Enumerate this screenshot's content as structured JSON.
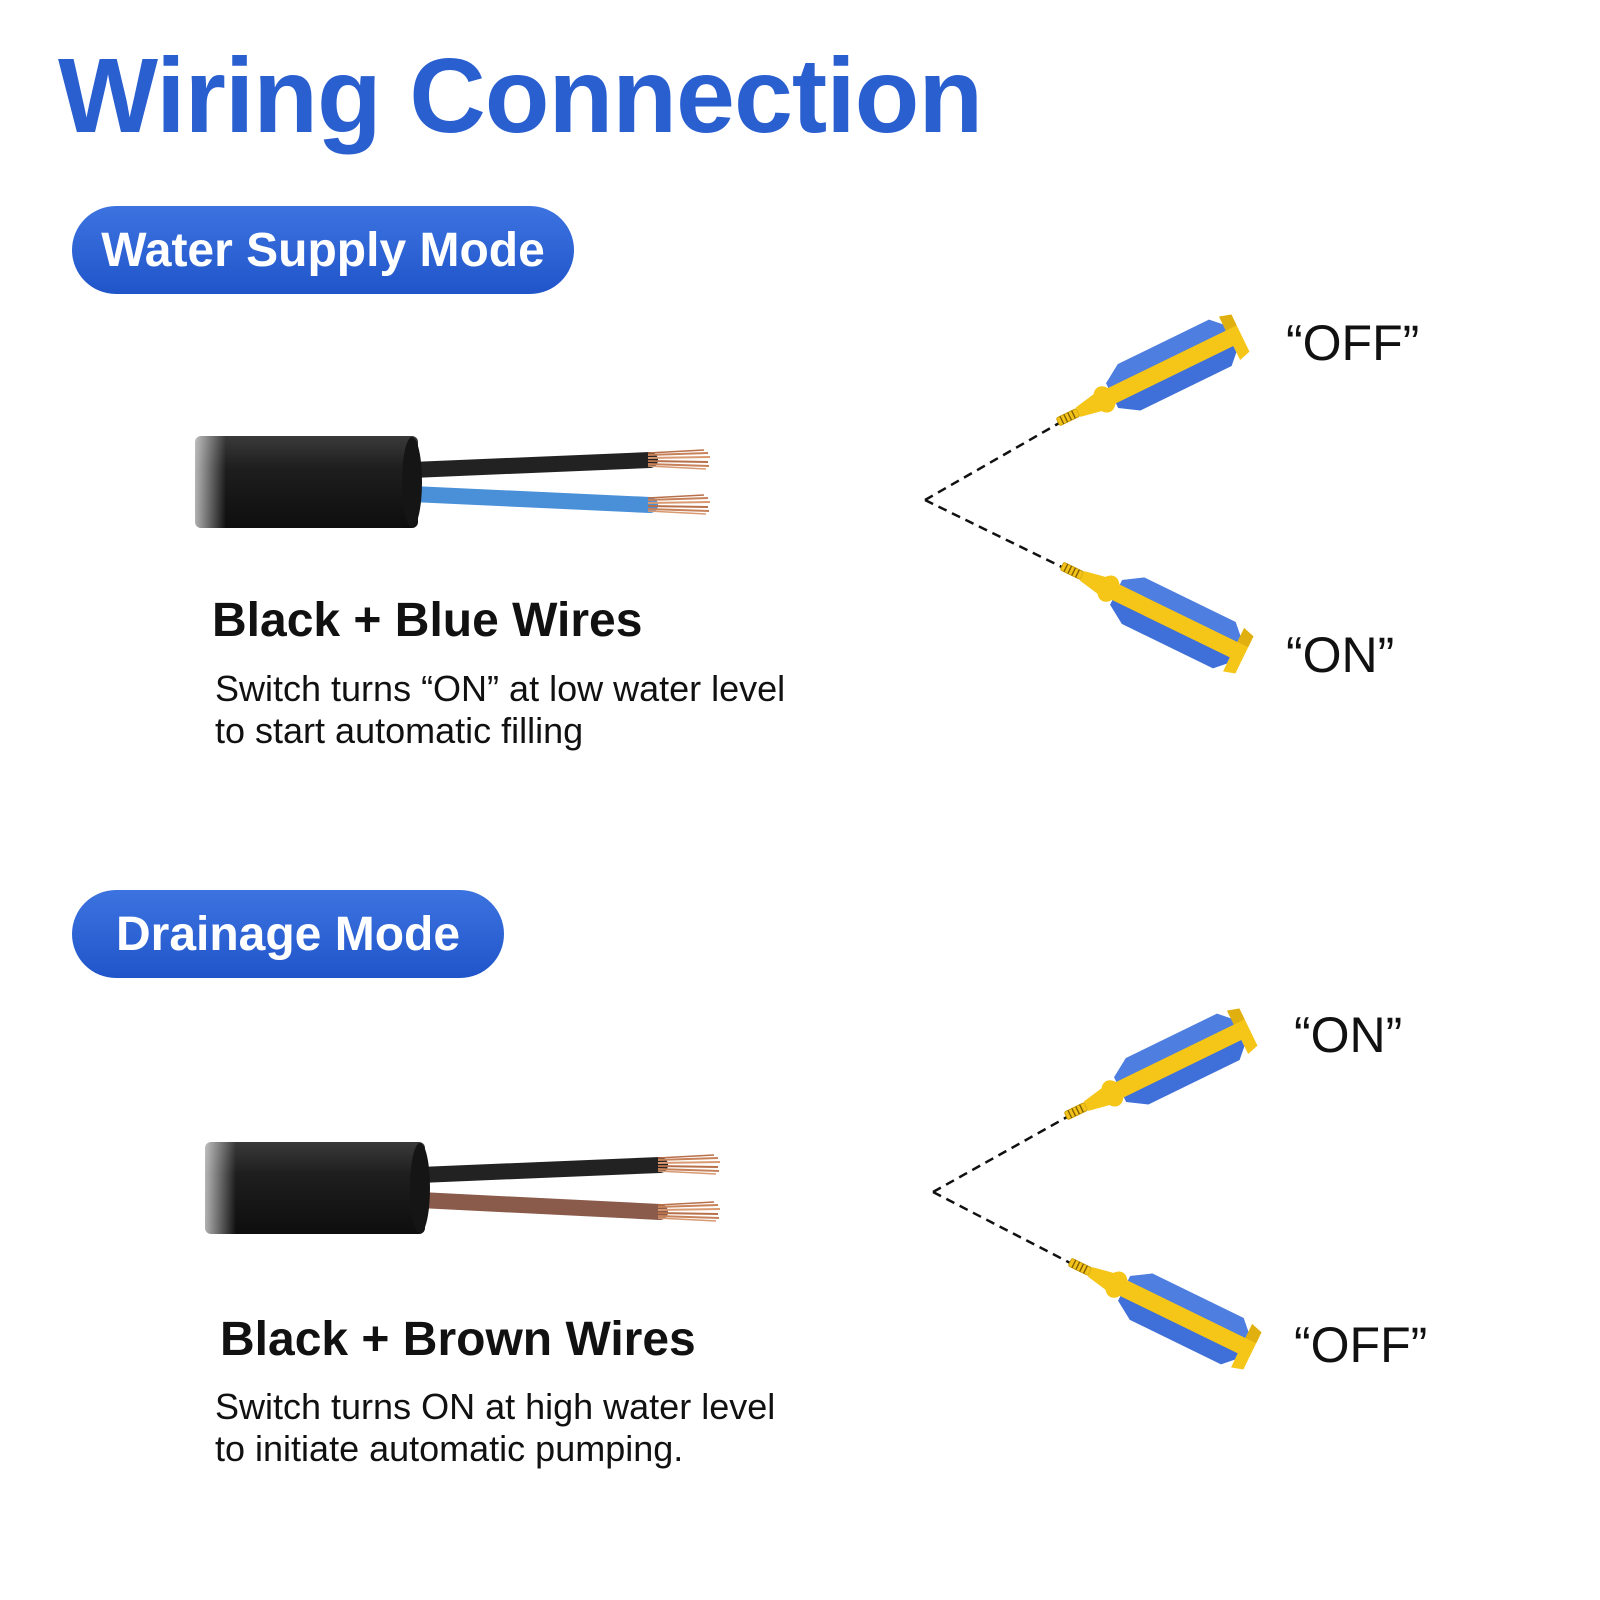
{
  "title": "Wiring Connection",
  "sections": [
    {
      "mode_label": "Water Supply Mode",
      "wires_label": "Black + Blue Wires",
      "description_lines": [
        "Switch turns “ON” at low water level",
        "to start automatic filling"
      ],
      "upper_state": "“OFF”",
      "lower_state": "“ON”",
      "second_wire_color": "#4a90d9"
    },
    {
      "mode_label": "Drainage Mode",
      "wires_label": "Black + Brown Wires",
      "description_lines": [
        "Switch turns ON at high water level",
        "to initiate automatic pumping."
      ],
      "upper_state": "“ON”",
      "lower_state": "“OFF”",
      "second_wire_color": "#8a5a4a"
    }
  ],
  "colors": {
    "accent": "#2a5fd0",
    "cable": "#1c1c1c",
    "copper": "#c8825a",
    "float_yellow": "#f5c518",
    "float_blue": "#3f6fd8"
  }
}
